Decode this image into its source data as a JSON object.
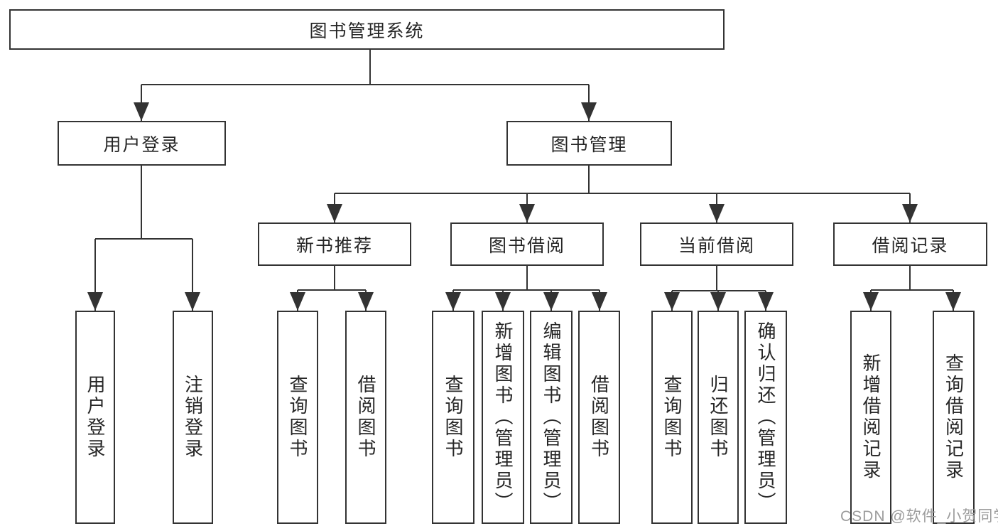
{
  "tree": {
    "root": {
      "label": "图书管理系统"
    },
    "user_login": {
      "label": "用户登录",
      "children": {
        "login": "用户登录",
        "logout": "注销登录"
      }
    },
    "book_management": {
      "label": "图书管理",
      "modules": {
        "new_book_recommendation": {
          "label": "新书推荐",
          "children": {
            "query_books": "查询图书",
            "borrow_books": "借阅图书"
          }
        },
        "book_borrowing": {
          "label": "图书借阅",
          "children": {
            "query_books": "查询图书",
            "add_books_admin": "新增图书（管理员）",
            "edit_books_admin": "编辑图书（管理员）",
            "borrow_books": "借阅图书"
          }
        },
        "current_borrowing": {
          "label": "当前借阅",
          "children": {
            "query_books": "查询图书",
            "return_books": "归还图书",
            "confirm_return_admin": "确认归还（管理员）"
          }
        },
        "borrowing_records": {
          "label": "借阅记录",
          "children": {
            "add_record": "新增借阅记录",
            "query_record": "查询借阅记录"
          }
        }
      }
    }
  },
  "watermark": "CSDN @软件_小贺同学",
  "colors": {
    "line": "#333333",
    "text": "#262626",
    "box-background": "#ffffff",
    "page-background": "#ffffff",
    "watermark": "#9c9c9c"
  }
}
